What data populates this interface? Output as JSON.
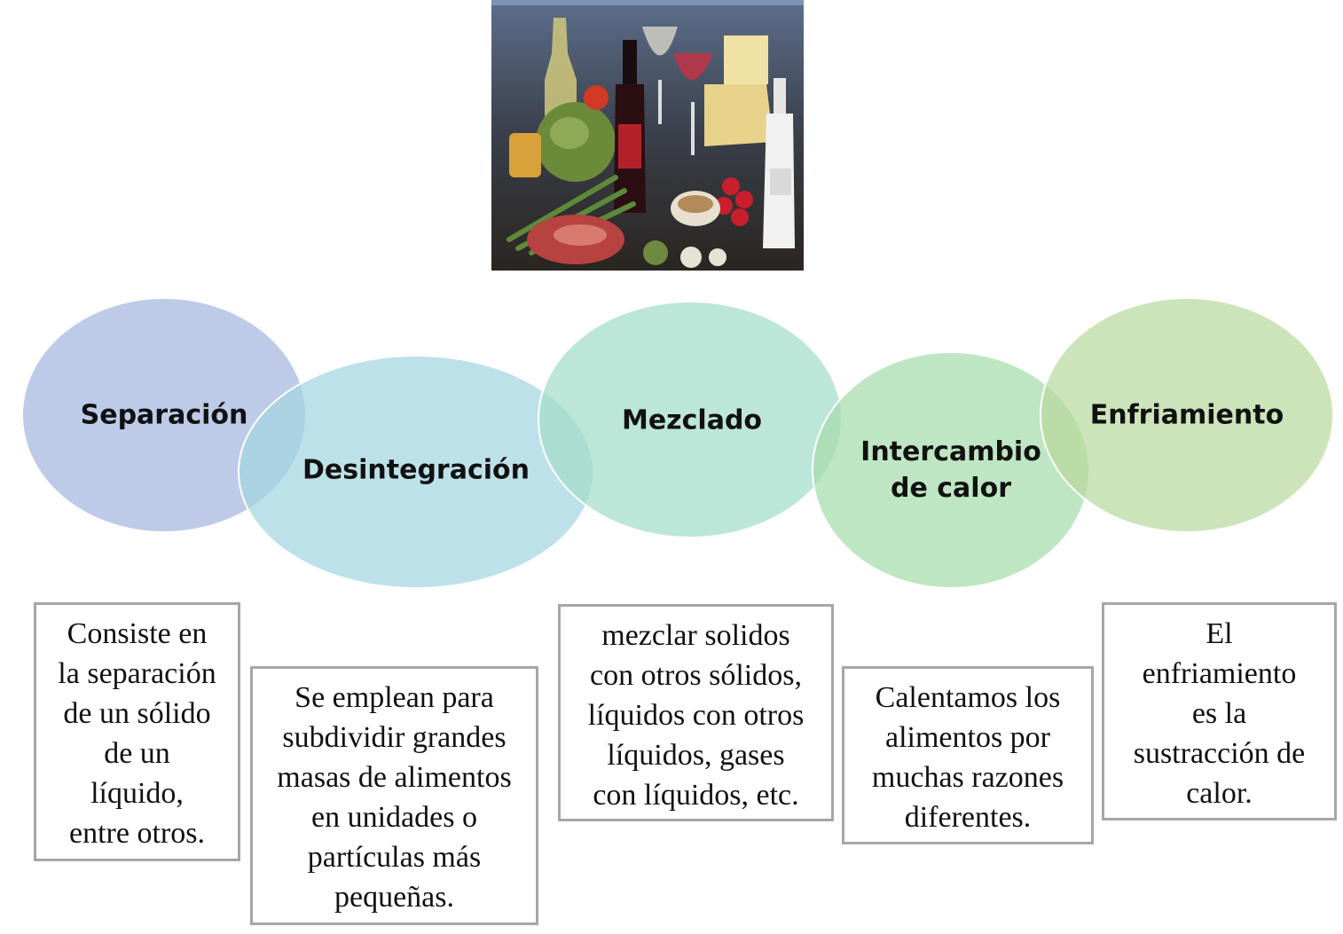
{
  "photo": {
    "icon": "food-and-drinks-photo"
  },
  "stages": [
    {
      "id": "separacion",
      "label": "Separación",
      "color": "#a3b5df"
    },
    {
      "id": "desintegracion",
      "label": "Desintegración",
      "color": "#a4d6df"
    },
    {
      "id": "mezclado",
      "label": "Mezclado",
      "color": "#a2dcc8"
    },
    {
      "id": "intercambio",
      "label": "Intercambio\nde calor",
      "color": "#a6dcaa"
    },
    {
      "id": "enfriamiento",
      "label": "Enfriamiento",
      "color": "#b9d99e"
    }
  ],
  "descriptions": {
    "separacion": "Consiste en\nla separación\nde un sólido\nde un\nlíquido,\nentre otros.",
    "desintegracion": "Se emplean para\nsubdividir grandes\nmasas de alimentos\nen unidades o\npartículas más\npequeñas.",
    "mezclado": "mezclar solidos\ncon otros sólidos,\nlíquidos con otros\nlíquidos, gases\ncon líquidos, etc.",
    "intercambio": "Calentamos los\nalimentos por\nmuchas razones\ndiferentes.",
    "enfriamiento": "El\nenfriamiento\nes la\nsustracción de\ncalor."
  }
}
